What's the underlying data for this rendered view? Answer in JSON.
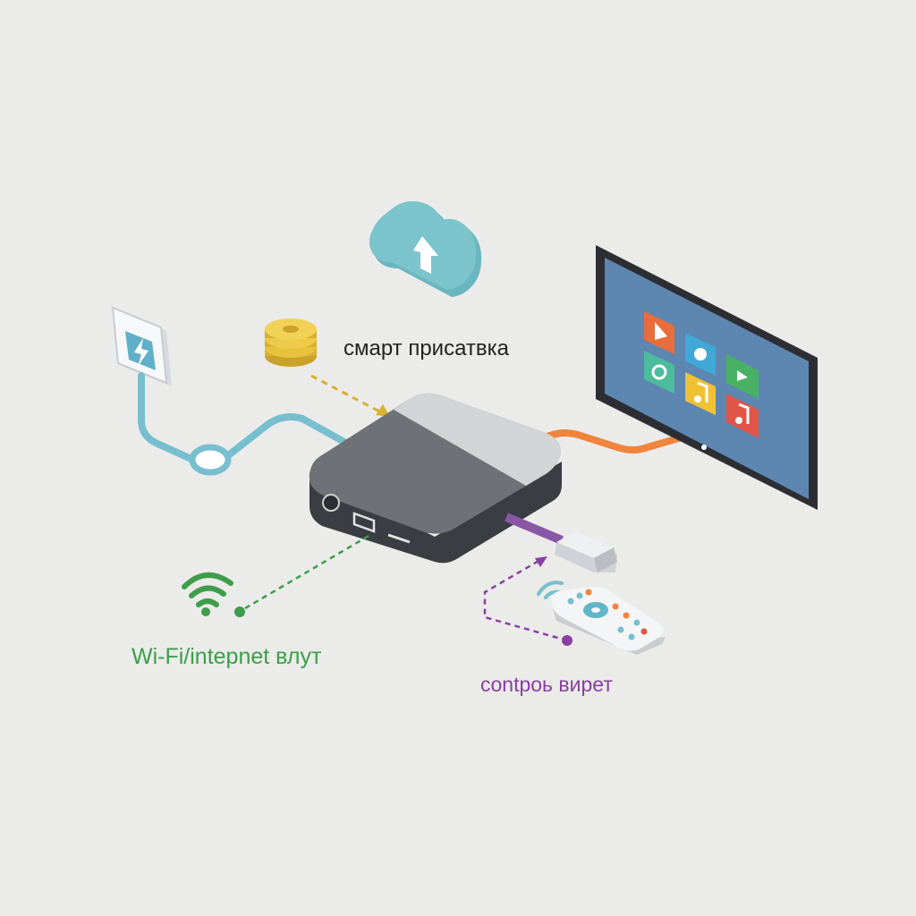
{
  "labels": {
    "device": "смарт присатвка",
    "wifi": "Wi-Fi/intepnet влут",
    "remote": "contpoь вирет"
  },
  "colors": {
    "background": "#ebebea",
    "power_line": "#77bfcf",
    "hdmi_line": "#f0843c",
    "usb_line": "#8a56a6",
    "wifi": "#3e9d4a",
    "remote": "#8a3fa0",
    "stack": "#e8c23d",
    "cloud": "#7cc4cc",
    "tv_screen": "#5d86b1"
  },
  "icons": {
    "cloud": "cloud-upload-icon",
    "power": "power-outlet-icon",
    "coins": "coin-stack-icon",
    "wifi": "wifi-icon",
    "tv_apps": [
      "play-icon",
      "camera-icon",
      "photo-icon",
      "chart-icon",
      "music-icon",
      "music-icon"
    ]
  }
}
